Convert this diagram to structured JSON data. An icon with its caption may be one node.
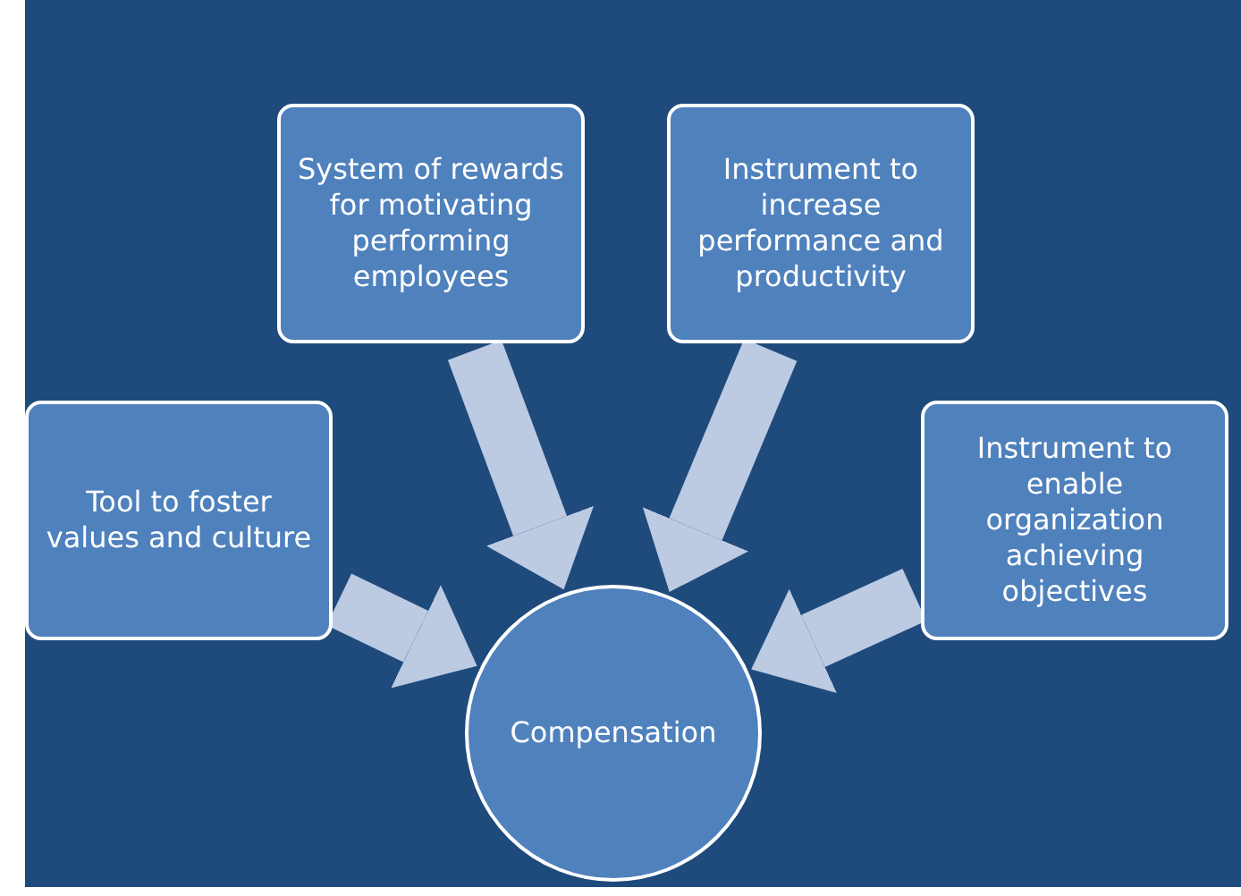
{
  "diagram": {
    "nodes": [
      {
        "text": [
          "Tool to foster values and culture"
        ]
      },
      {
        "text": [
          "System of rewards for motivating performing employees"
        ]
      },
      {
        "text": [
          "Instrument to increase performance and productivity"
        ]
      },
      {
        "text": [
          "Instrument to enable organization achieving objectives"
        ]
      },
      {
        "text": [
          "Compensation"
        ]
      }
    ],
    "edges": [
      {
        "from": 0,
        "to": 4,
        "arrow": "to"
      },
      {
        "from": 1,
        "to": 4,
        "arrow": "to"
      },
      {
        "from": 2,
        "to": 4,
        "arrow": "to"
      },
      {
        "from": 3,
        "to": 4,
        "arrow": "to"
      }
    ]
  }
}
